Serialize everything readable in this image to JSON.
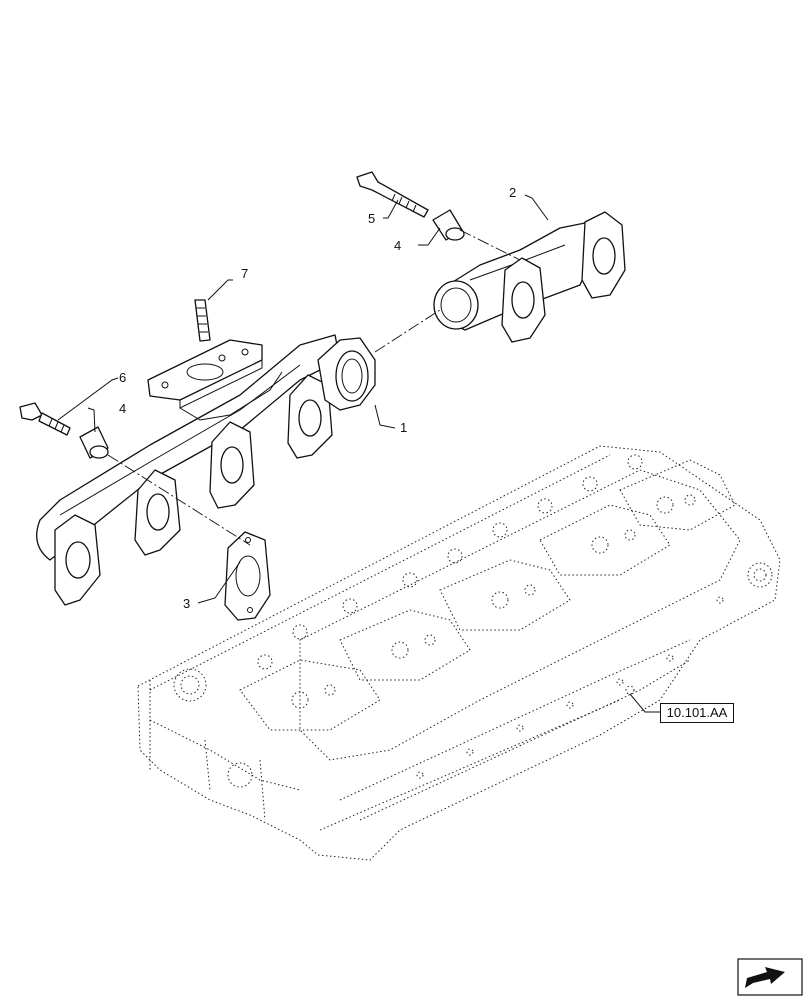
{
  "callouts": {
    "c1": "1",
    "c2": "2",
    "c3": "3",
    "c4a": "4",
    "c4b": "4",
    "c5": "5",
    "c6": "6",
    "c7": "7"
  },
  "reference": {
    "label": "10.101.AA"
  },
  "icons": {
    "nav": "next-page-arrow-icon"
  }
}
